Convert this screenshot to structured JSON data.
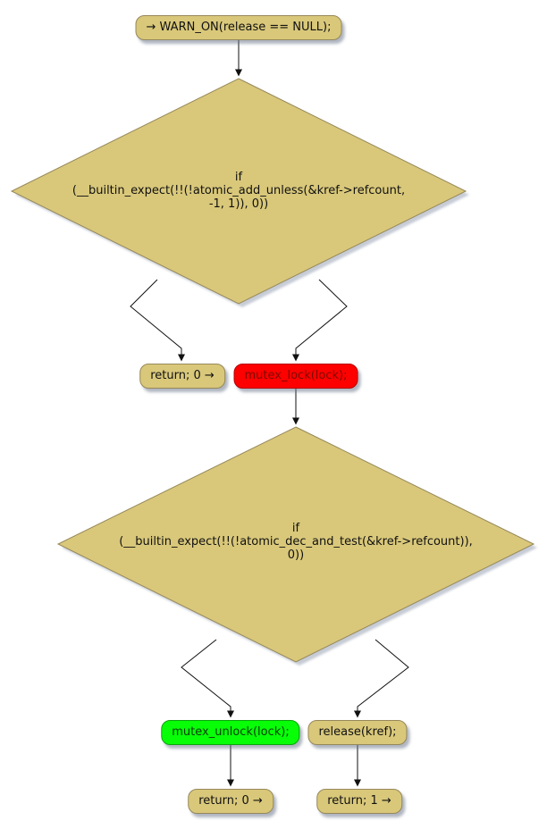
{
  "diagram": {
    "title": "kref_put control-flow diagram",
    "nodes": {
      "warn_on": {
        "label": "→ WARN_ON(release == NULL);"
      },
      "if1": {
        "lines": [
          "if",
          "(__builtin_expect(!!(!atomic_add_unless(&kref->refcount,",
          "-1, 1)), 0))"
        ]
      },
      "return0_first": {
        "label": "return; 0 →"
      },
      "mutex_lock": {
        "label": "mutex_lock(lock);"
      },
      "if2": {
        "lines": [
          "if",
          "(__builtin_expect(!!(!atomic_dec_and_test(&kref->refcount)),",
          "0))"
        ]
      },
      "mutex_unlock": {
        "label": "mutex_unlock(lock);"
      },
      "release": {
        "label": "release(kref);"
      },
      "return0_second": {
        "label": "return; 0 →"
      },
      "return1": {
        "label": "return; 1 →"
      }
    },
    "colors": {
      "node_fill": "#d9c87a",
      "node_border": "#96885a",
      "lock_fill": "#fe0000",
      "lock_text": "#7c0a00",
      "unlock_fill": "#07fe07",
      "unlock_text": "#0b3b0b",
      "shadow": "#98a2b4",
      "edge": "#111111",
      "background": "#ffffff"
    }
  }
}
